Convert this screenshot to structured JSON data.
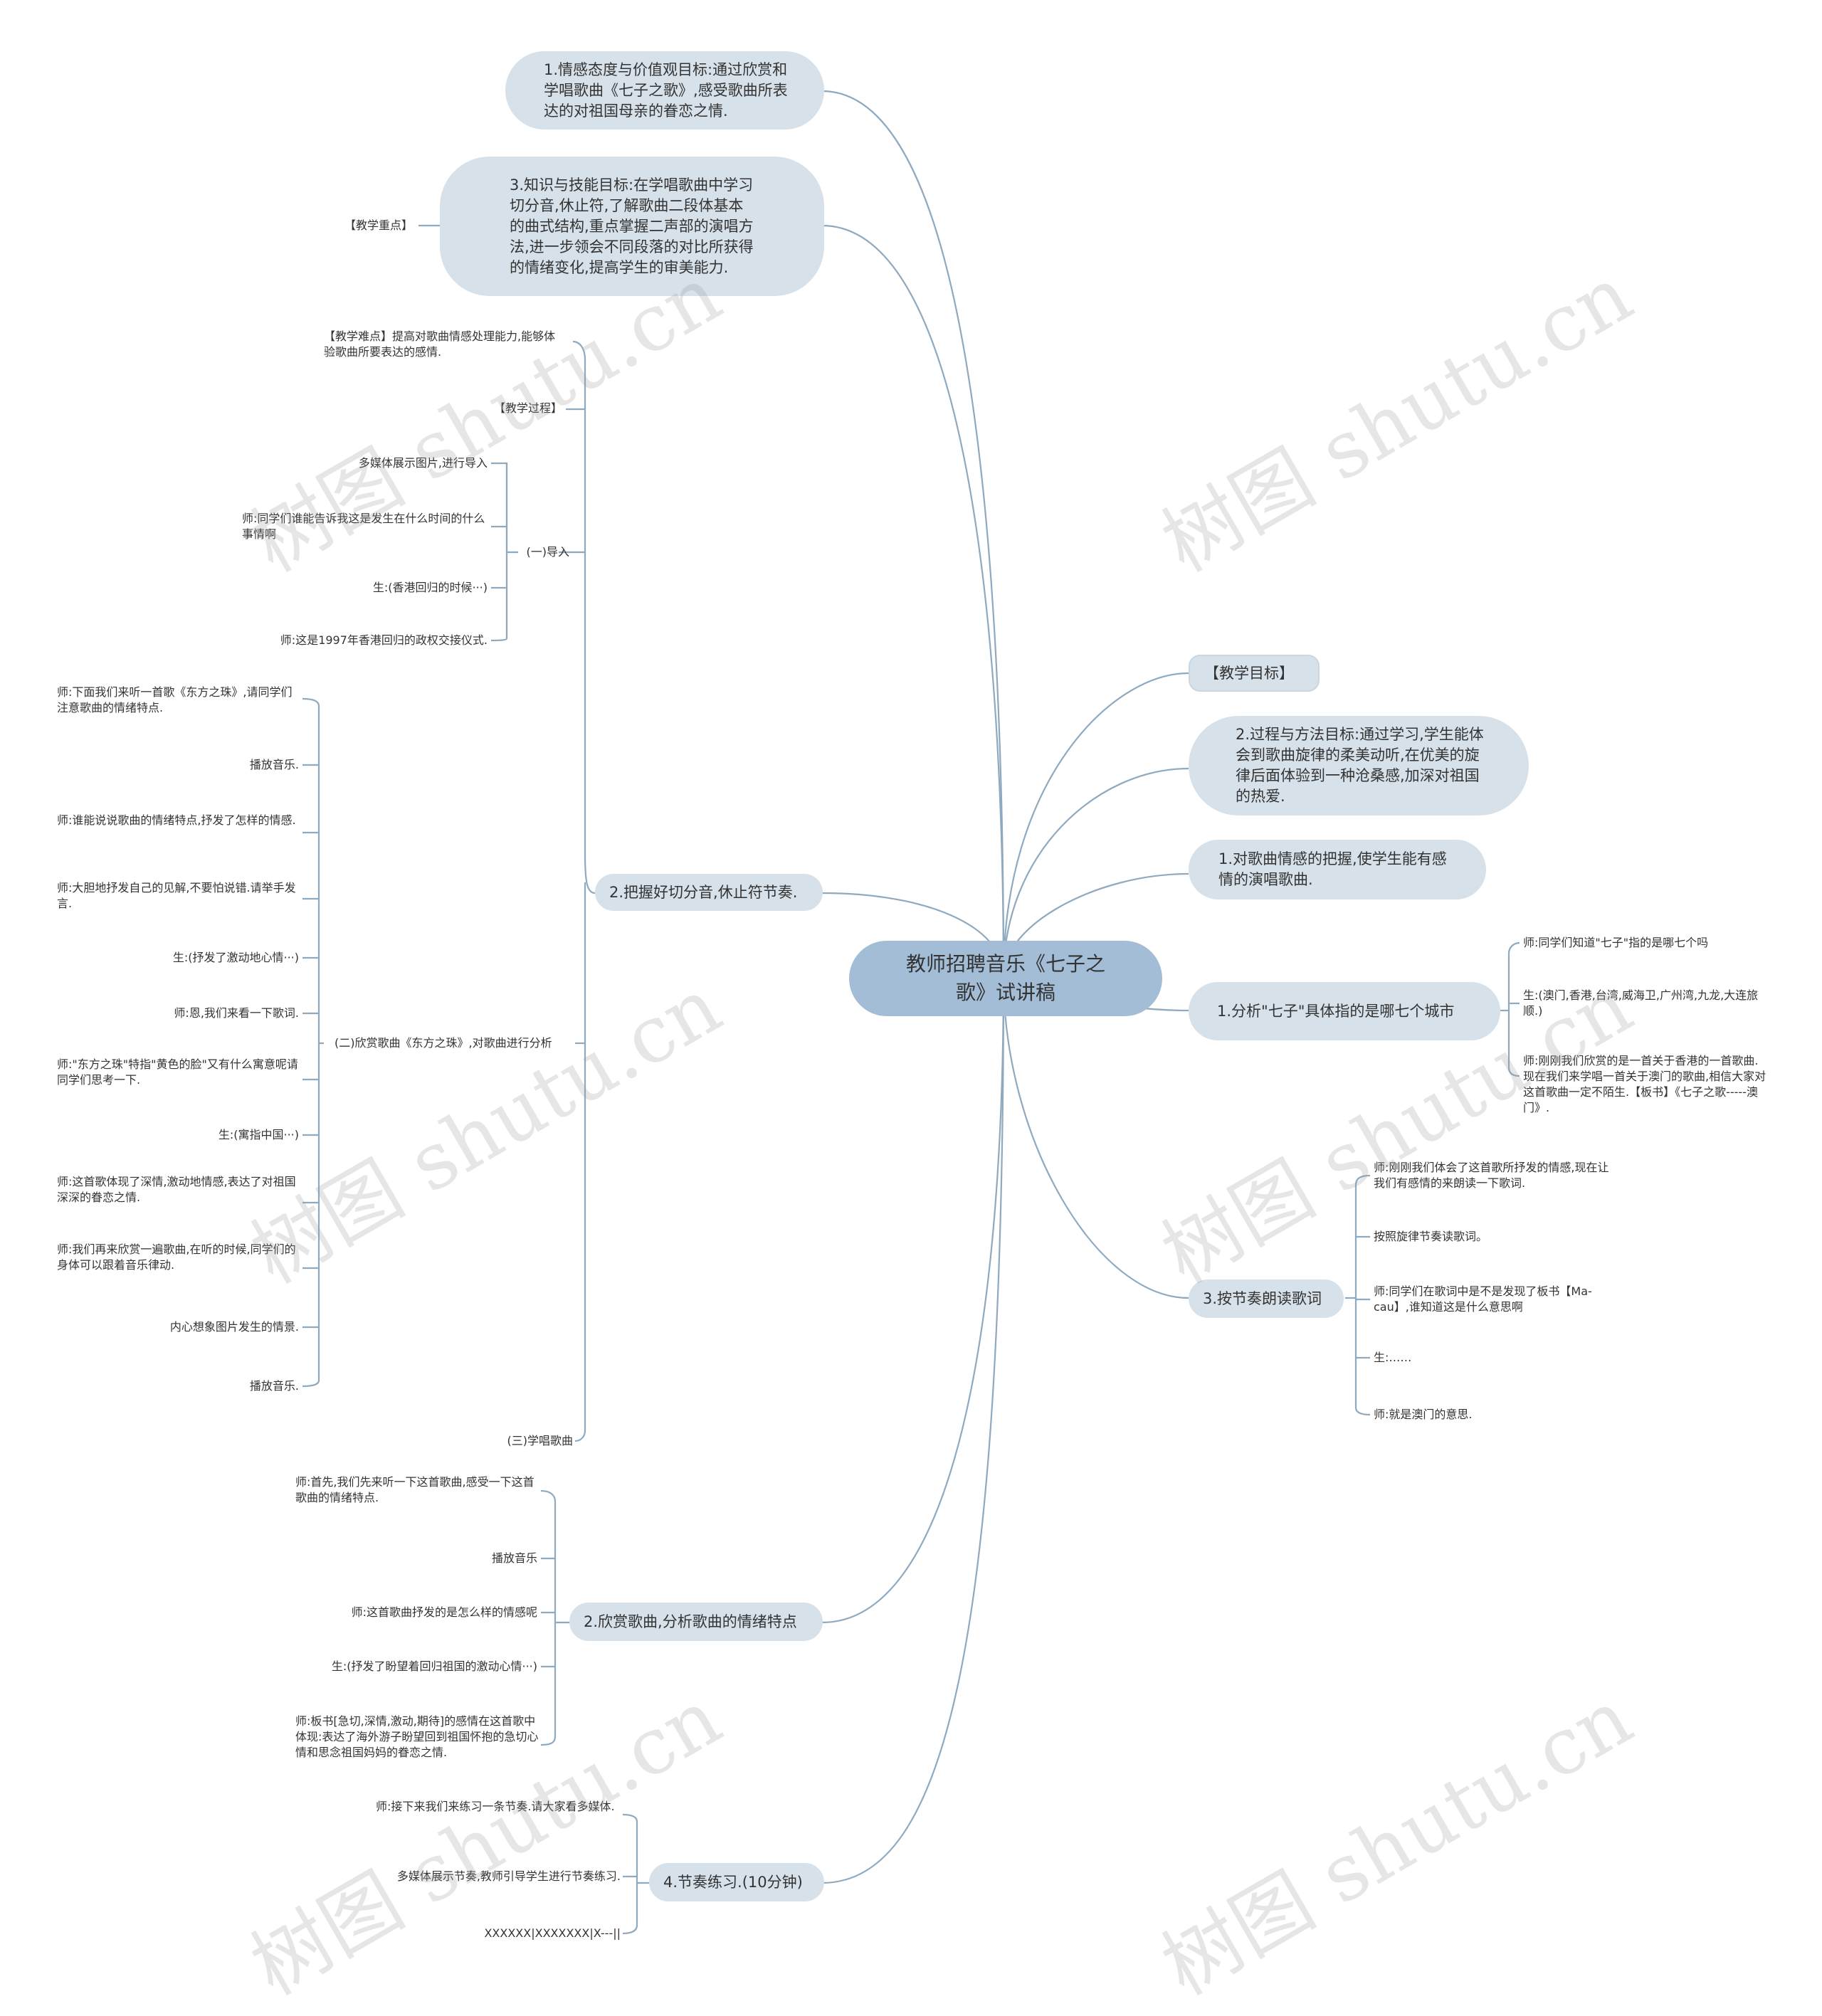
{
  "root": "教师招聘音乐《七子之歌》试讲稿",
  "branches": {
    "goal1": "1.情感态度与价值观目标:通过欣赏和学唱歌曲《七子之歌》,感受歌曲所表达的对祖国母亲的眷恋之情.",
    "goal3": "3.知识与技能目标:在学唱歌曲中学习切分音,休止符,了解歌曲二段体基本的曲式结构,重点掌握二声部的演唱方法,进一步领会不同段落的对比所获得的情绪变化,提高学生的审美能力.",
    "key_point": "【教学重点】",
    "rhythm": "2.把握好切分音,休止符节奏.",
    "appreciate": "2.欣赏歌曲,分析歌曲的情绪特点",
    "practice": "4.节奏练习.(10分钟)",
    "goals": "【教学目标】",
    "goal2": "2.过程与方法目标:通过学习,学生能体会到歌曲旋律的柔美动听,在优美的旋律后面体验到一种沧桑感,加深对祖国的热爱.",
    "emotion": "1.对歌曲情感的把握,使学生能有感情的演唱歌曲.",
    "analyze": "1.分析\"七子\"具体指的是哪七个城市",
    "read": "3.按节奏朗读歌词"
  },
  "rhythm_children": {
    "difficulty": "【教学难点】提高对歌曲情感处理能力,能够体验歌曲所要表达的感情.",
    "process": "【教学过程】",
    "intro": "(一)导入",
    "appreciate_song": "(二)欣赏歌曲《东方之珠》,对歌曲进行分析",
    "learn_song": "(三)学唱歌曲"
  },
  "intro_items": [
    "多媒体展示图片,进行导入",
    "师:同学们谁能告诉我这是发生在什么时间的什么事情啊",
    "生:(香港回归的时候···)",
    "师:这是1997年香港回归的政权交接仪式."
  ],
  "pearl_items": [
    "师:下面我们来听一首歌《东方之珠》,请同学们注意歌曲的情绪特点.",
    "播放音乐.",
    "师:谁能说说歌曲的情绪特点,抒发了怎样的情感.",
    "师:大胆地抒发自己的见解,不要怕说错.请举手发言.",
    "生:(抒发了激动地心情···)",
    "师:恩,我们来看一下歌词.",
    "师:\"东方之珠\"特指\"黄色的脸\"又有什么寓意呢请同学们思考一下.",
    "生:(寓指中国···)",
    "师:这首歌体现了深情,激动地情感,表达了对祖国深深的眷恋之情.",
    "师:我们再来欣赏一遍歌曲,在听的时候,同学们的身体可以跟着音乐律动.",
    "内心想象图片发生的情景.",
    "播放音乐."
  ],
  "appreciate_items": [
    "师:首先,我们先来听一下这首歌曲,感受一下这首歌曲的情绪特点.",
    "播放音乐",
    "师:这首歌曲抒发的是怎么样的情感呢",
    "生:(抒发了盼望着回归祖国的激动心情···)",
    "师:板书[急切,深情,激动,期待]的感情在这首歌中体现:表达了海外游子盼望回到祖国怀抱的急切心情和思念祖国妈妈的眷恋之情."
  ],
  "practice_items": [
    "师:接下来我们来练习一条节奏.请大家看多媒体.",
    "多媒体展示节奏,教师引导学生进行节奏练习.",
    "XXXXXX|XXXXXXX|X---||"
  ],
  "analyze_items": [
    "师:同学们知道\"七子\"指的是哪七个吗",
    "生:(澳门,香港,台湾,威海卫,广州湾,九龙,大连旅顺.)",
    "师:刚刚我们欣赏的是一首关于香港的一首歌曲.现在我们来学唱一首关于澳门的歌曲,相信大家对这首歌曲一定不陌生.【板书】《七子之歌-----澳门》."
  ],
  "read_items": [
    "师:刚刚我们体会了这首歌所抒发的情感,现在让我们有感情的来朗读一下歌词.",
    "按照旋律节奏读歌词。",
    "师:同学们在歌词中是不是发现了板书【Ma-cau】,谁知道这是什么意思啊",
    "生:……",
    "师:就是澳门的意思."
  ],
  "watermark": "树图 shutu.cn",
  "colors": {
    "root": "#a3bdd6",
    "node": "#d6e1ea",
    "line": "#8fa9bf"
  }
}
